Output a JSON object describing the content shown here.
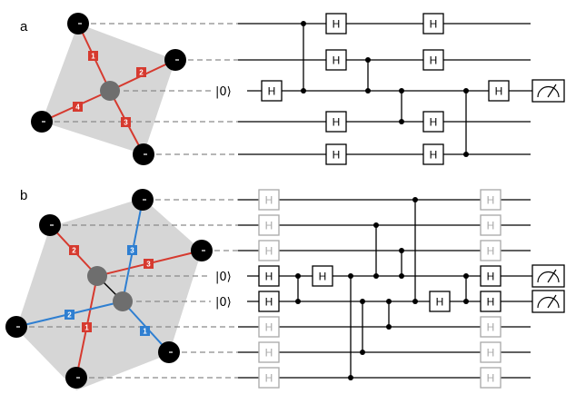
{
  "panels": [
    {
      "label": "a",
      "ancilla_ket": "|0⟩",
      "gate_label": "H",
      "edges": [
        {
          "label": "1",
          "color": "#d63a2f"
        },
        {
          "label": "2",
          "color": "#d63a2f"
        },
        {
          "label": "3",
          "color": "#d63a2f"
        },
        {
          "label": "4",
          "color": "#d63a2f"
        }
      ]
    },
    {
      "label": "b",
      "ancilla_kets": [
        "|0⟩",
        "|0⟩"
      ],
      "gate_label": "H",
      "edges": [
        {
          "label": "2",
          "color": "#d63a2f"
        },
        {
          "label": "3",
          "color": "#d63a2f"
        },
        {
          "label": "1",
          "color": "#d63a2f"
        },
        {
          "label": "3",
          "color": "#2f7fd1"
        },
        {
          "label": "2",
          "color": "#2f7fd1"
        },
        {
          "label": "1",
          "color": "#2f7fd1"
        }
      ]
    }
  ],
  "colors": {
    "qubit": "#000000",
    "ancilla": "#6e6e6e",
    "polygon": "#d6d6d6",
    "red_stabilizer": "#d63a2f",
    "blue_stabilizer": "#2f7fd1",
    "faded_gate": "#a8a8a8",
    "dashed_line": "#8a8a8a"
  },
  "icons": [
    "measurement-meter-icon"
  ]
}
